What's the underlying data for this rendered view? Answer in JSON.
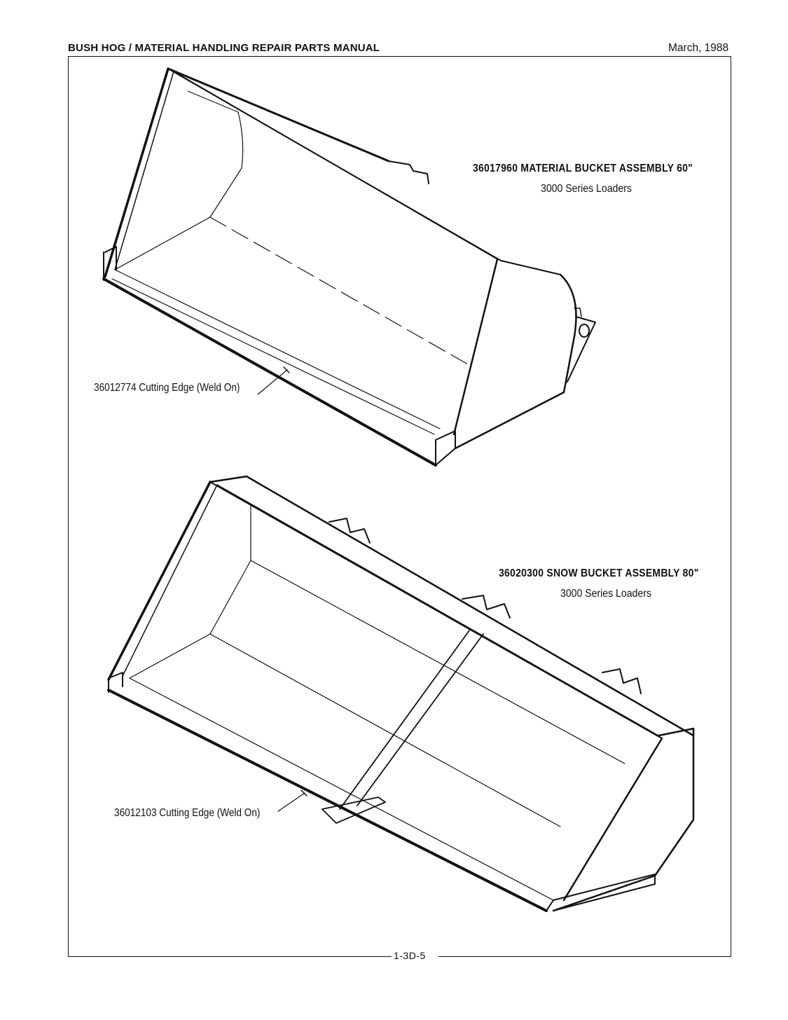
{
  "header": {
    "manual_title": "BUSH HOG / MATERIAL HANDLING REPAIR PARTS MANUAL",
    "date": "March, 1988"
  },
  "figures": [
    {
      "title": "36017960 MATERIAL BUCKET ASSEMBLY 60\"",
      "subtitle": "3000 Series Loaders",
      "callout": "36012774 Cutting Edge (Weld On)",
      "drawing": "material-bucket-illustration"
    },
    {
      "title": "36020300 SNOW BUCKET ASSEMBLY 80\"",
      "subtitle": "3000 Series Loaders",
      "callout": "36012103 Cutting Edge (Weld On)",
      "drawing": "snow-bucket-illustration"
    }
  ],
  "footer": {
    "page_number": "1-3D-5"
  }
}
